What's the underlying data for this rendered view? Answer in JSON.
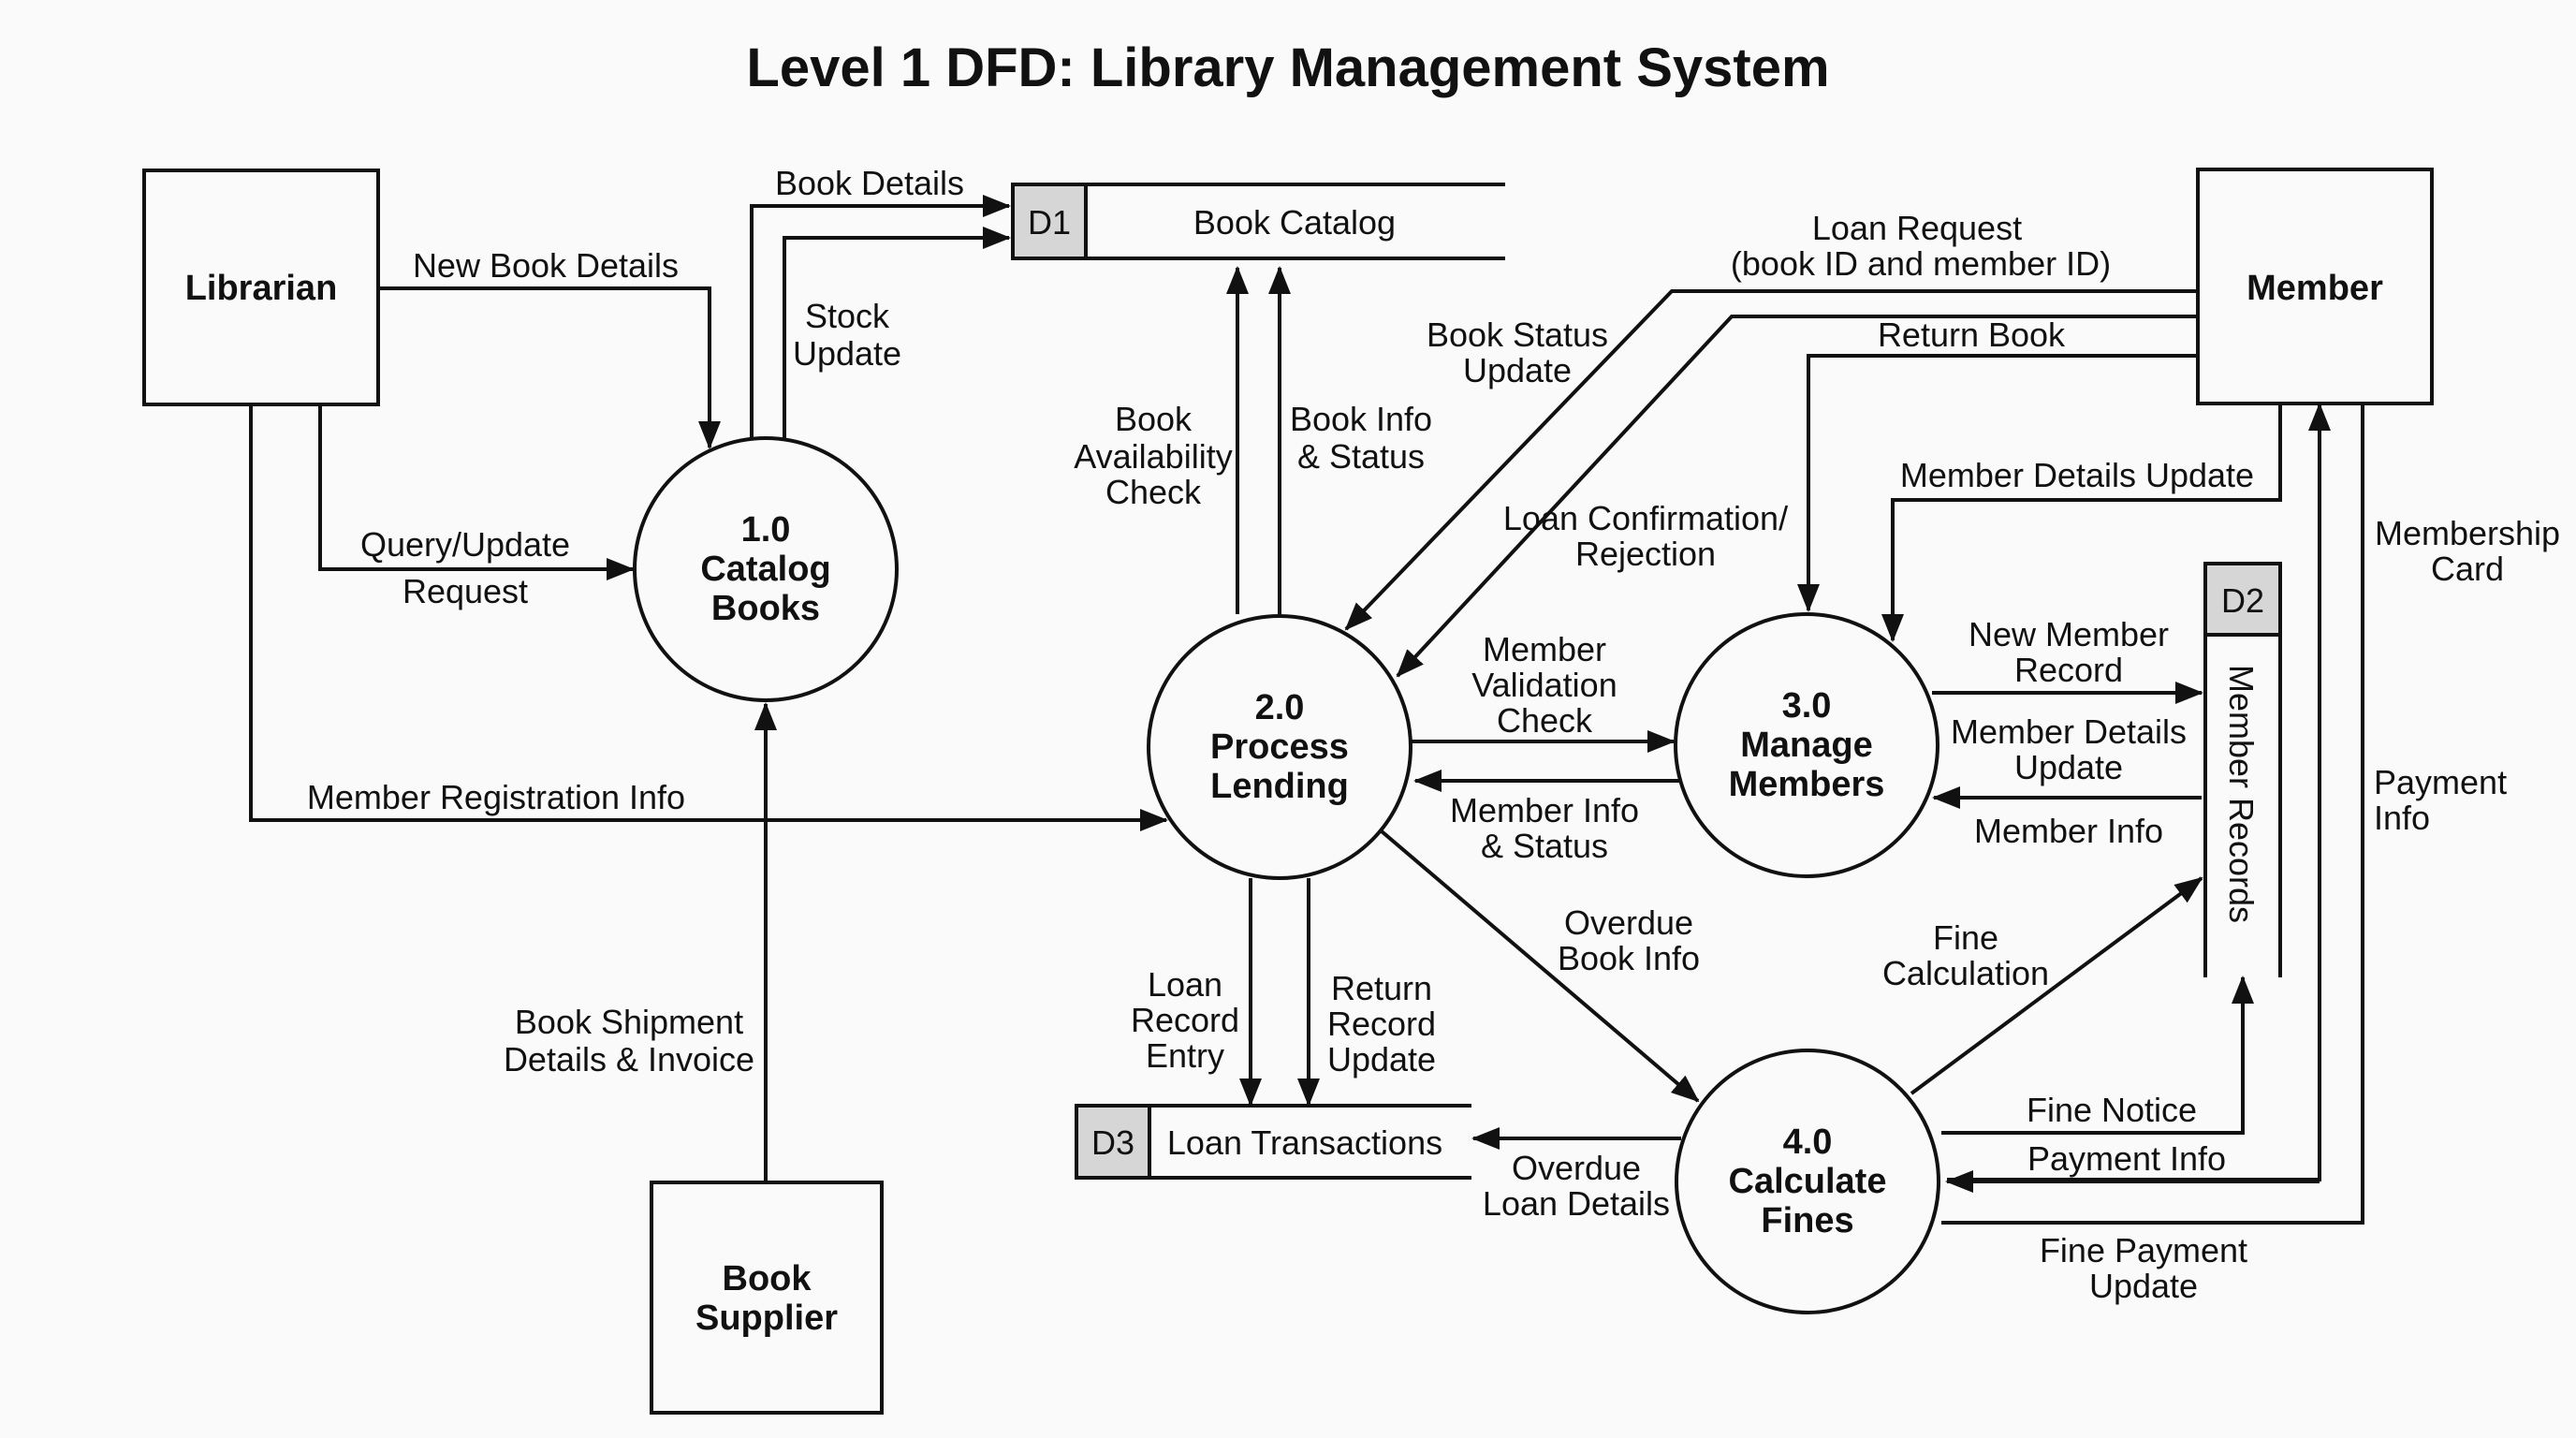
{
  "title": "Level 1 DFD: Library Management System",
  "colors": {
    "line": "#111111",
    "background": "#fafafa",
    "store_tag": "#d6d6d6"
  },
  "entities": {
    "librarian": "Librarian",
    "member": "Member",
    "supplier": [
      "Book",
      "Supplier"
    ]
  },
  "processes": {
    "p1": [
      "1.0",
      "Catalog",
      "Books"
    ],
    "p2": [
      "2.0",
      "Process",
      "Lending"
    ],
    "p3": [
      "3.0",
      "Manage",
      "Members"
    ],
    "p4": [
      "4.0",
      "Calculate",
      "Fines"
    ]
  },
  "stores": {
    "d1": {
      "id": "D1",
      "name": "Book Catalog"
    },
    "d2": {
      "id": "D2",
      "name": "Member Records"
    },
    "d3": {
      "id": "D3",
      "name": "Loan Transactions"
    }
  },
  "flows": {
    "book_details": [
      "Book Details"
    ],
    "new_book_details": [
      "New Book Details"
    ],
    "stock_update": [
      "Stock",
      "Update"
    ],
    "query_update": [
      "Query/Update",
      "Request"
    ],
    "member_registration": [
      "Member Registration Info"
    ],
    "shipment": [
      "Book Shipment",
      "Details & Invoice"
    ],
    "availability": [
      "Book",
      "Availability",
      "Check"
    ],
    "info_status": [
      "Book Info",
      "& Status"
    ],
    "book_status_update": [
      "Book Status",
      "Update"
    ],
    "loan_request": [
      "Loan Request",
      "(book ID and member ID)"
    ],
    "loan_confirmation": [
      "Loan Confirmation/",
      "Rejection"
    ],
    "return_book": [
      "Return Book"
    ],
    "member_details_update_top": [
      "Member Details Update"
    ],
    "membership_card": [
      "Membership",
      "Card"
    ],
    "member_validation": [
      "Member",
      "Validation",
      "Check"
    ],
    "member_info_status": [
      "Member Info",
      "& Status"
    ],
    "new_member_record": [
      "New Member",
      "Record"
    ],
    "member_details_update": [
      "Member Details",
      "Update"
    ],
    "member_info": [
      "Member Info"
    ],
    "overdue_book_info": [
      "Overdue",
      "Book Info"
    ],
    "fine_calculation": [
      "Fine",
      "Calculation"
    ],
    "loan_record_entry": [
      "Loan",
      "Record",
      "Entry"
    ],
    "return_record_update": [
      "Return",
      "Record",
      "Update"
    ],
    "overdue_loan_details": [
      "Overdue",
      "Loan Details"
    ],
    "fine_notice": [
      "Fine Notice"
    ],
    "payment_info": [
      "Payment Info"
    ],
    "payment_info_side": [
      "Payment",
      "Info"
    ],
    "fine_payment_update": [
      "Fine Payment",
      "Update"
    ]
  }
}
